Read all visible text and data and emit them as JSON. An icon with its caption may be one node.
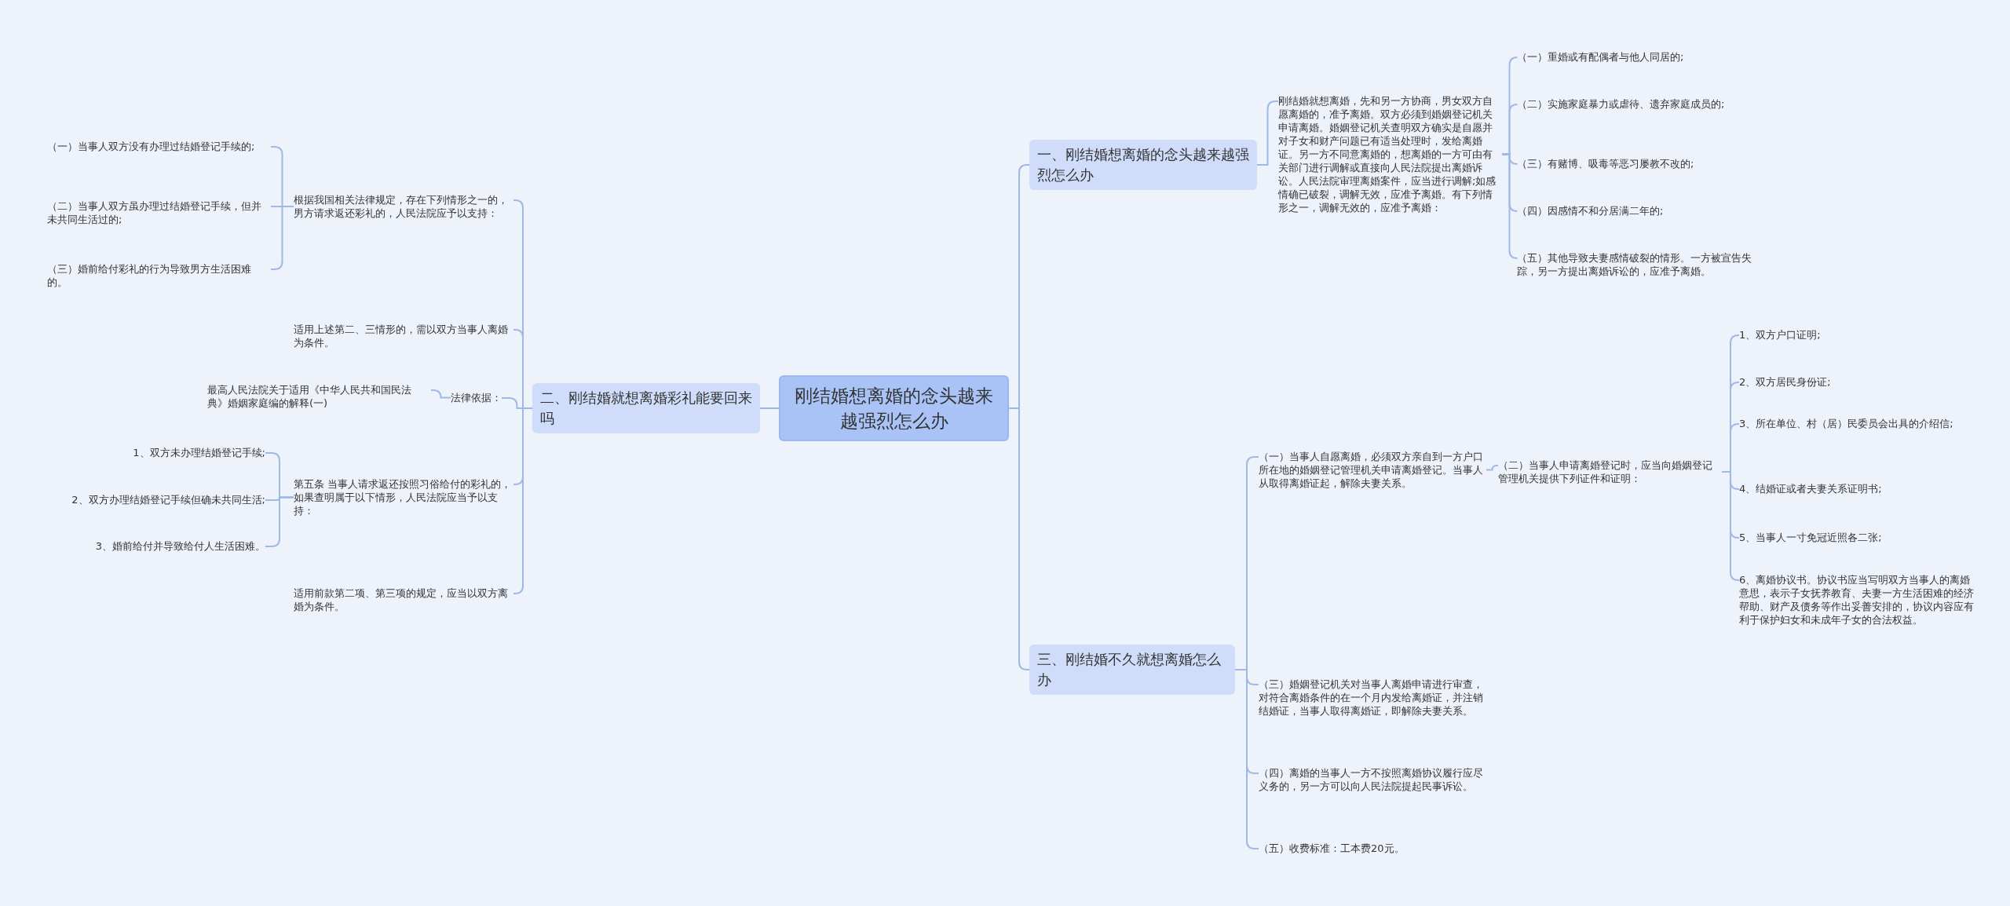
{
  "diagram": {
    "nodes": [
      {
        "text": [
          "刚结婚想离婚的念头越来越强烈怎么办"
        ]
      },
      {
        "text": [
          "一、刚结婚想离婚的念头越来越强烈怎么办"
        ]
      },
      {
        "text": [
          "刚结婚就想离婚，先和另一方协商，男女双方自愿离婚的，准予离婚。双方必须到婚姻登记机关申请离婚。婚姻登记机关查明双方确实是自愿并对子女和财产问题已有适当处理时，发给离婚证。另一方不同意离婚的，想离婚的一方可由有关部门进行调解或直接向人民法院提出离婚诉讼。人民法院审理离婚案件，应当进行调解;如感情确已破裂，调解无效，应准予离婚。有下列情形之一，调解无效的，应准予离婚："
        ]
      },
      {
        "text": [
          "（一）重婚或有配偶者与他人同居的;"
        ]
      },
      {
        "text": [
          "（二）实施家庭暴力或虐待、遗弃家庭成员的;"
        ]
      },
      {
        "text": [
          "（三）有赌博、吸毒等恶习屡教不改的;"
        ]
      },
      {
        "text": [
          "（四）因感情不和分居满二年的;"
        ]
      },
      {
        "text": [
          "（五）其他导致夫妻感情破裂的情形。一方被宣告失踪，另一方提出离婚诉讼的，应准予离婚。"
        ]
      },
      {
        "text": [
          "二、刚结婚就想离婚彩礼能要回来吗"
        ]
      },
      {
        "text": [
          "根据我国相关法律规定，存在下列情形之一的，男方请求返还彩礼的，人民法院应予以支持："
        ]
      },
      {
        "text": [
          "（一）当事人双方没有办理过结婚登记手续的;"
        ]
      },
      {
        "text": [
          "（二）当事人双方虽办理过结婚登记手续，但并未共同生活过的;"
        ]
      },
      {
        "text": [
          "（三）婚前给付彩礼的行为导致男方生活困难的。"
        ]
      },
      {
        "text": [
          "适用上述第二、三情形的，需以双方当事人离婚为条件。"
        ]
      },
      {
        "text": [
          "法律依据："
        ]
      },
      {
        "text": [
          "最高人民法院关于适用《中华人民共和国民法典》婚姻家庭编的解释(一)"
        ]
      },
      {
        "text": [
          "第五条 当事人请求返还按照习俗给付的彩礼的，如果查明属于以下情形，人民法院应当予以支持："
        ]
      },
      {
        "text": [
          "1、双方未办理结婚登记手续;"
        ]
      },
      {
        "text": [
          "2、双方办理结婚登记手续但确未共同生活;"
        ]
      },
      {
        "text": [
          "3、婚前给付并导致给付人生活困难。"
        ]
      },
      {
        "text": [
          "适用前款第二项、第三项的规定，应当以双方离婚为条件。"
        ]
      },
      {
        "text": [
          "三、刚结婚不久就想离婚怎么办"
        ]
      },
      {
        "text": [
          "（一）当事人自愿离婚，必须双方亲自到一方户口所在地的婚姻登记管理机关申请离婚登记。当事人从取得离婚证起，解除夫妻关系。"
        ]
      },
      {
        "text": [
          "（二）当事人申请离婚登记时，应当向婚姻登记管理机关提供下列证件和证明："
        ]
      },
      {
        "text": [
          "1、双方户口证明;"
        ]
      },
      {
        "text": [
          "2、双方居民身份证;"
        ]
      },
      {
        "text": [
          "3、所在单位、村（居）民委员会出具的介绍信;"
        ]
      },
      {
        "text": [
          "4、结婚证或者夫妻关系证明书;"
        ]
      },
      {
        "text": [
          "5、当事人一寸免冠近照各二张;"
        ]
      },
      {
        "text": [
          "6、离婚协议书。协议书应当写明双方当事人的离婚意思，表示子女抚养教育、夫妻一方生活困难的经济帮助、财产及债务等作出妥善安排的，协议内容应有利于保护妇女和未成年子女的合法权益。"
        ]
      },
      {
        "text": [
          "（三）婚姻登记机关对当事人离婚申请进行审查，对符合离婚条件的在一个月内发给离婚证，并注销结婚证，当事人取得离婚证，即解除夫妻关系。"
        ]
      },
      {
        "text": [
          "（四）离婚的当事人一方不按照离婚协议履行应尽义务的，另一方可以向人民法院提起民事诉讼。"
        ]
      },
      {
        "text": [
          "（五）收费标准：工本费20元。"
        ]
      }
    ],
    "edges": [
      {
        "from": 0,
        "to": 1,
        "arrow": "none"
      },
      {
        "from": 1,
        "to": 2,
        "arrow": "none"
      },
      {
        "from": 2,
        "to": 3,
        "arrow": "none"
      },
      {
        "from": 2,
        "to": 4,
        "arrow": "none"
      },
      {
        "from": 2,
        "to": 5,
        "arrow": "none"
      },
      {
        "from": 2,
        "to": 6,
        "arrow": "none"
      },
      {
        "from": 2,
        "to": 7,
        "arrow": "none"
      },
      {
        "from": 0,
        "to": 8,
        "arrow": "none"
      },
      {
        "from": 8,
        "to": 9,
        "arrow": "none"
      },
      {
        "from": 9,
        "to": 10,
        "arrow": "none"
      },
      {
        "from": 9,
        "to": 11,
        "arrow": "none"
      },
      {
        "from": 9,
        "to": 12,
        "arrow": "none"
      },
      {
        "from": 8,
        "to": 13,
        "arrow": "none"
      },
      {
        "from": 8,
        "to": 14,
        "arrow": "none"
      },
      {
        "from": 14,
        "to": 15,
        "arrow": "none"
      },
      {
        "from": 8,
        "to": 16,
        "arrow": "none"
      },
      {
        "from": 16,
        "to": 17,
        "arrow": "none"
      },
      {
        "from": 16,
        "to": 18,
        "arrow": "none"
      },
      {
        "from": 16,
        "to": 19,
        "arrow": "none"
      },
      {
        "from": 8,
        "to": 20,
        "arrow": "none"
      },
      {
        "from": 0,
        "to": 21,
        "arrow": "none"
      },
      {
        "from": 21,
        "to": 22,
        "arrow": "none"
      },
      {
        "from": 22,
        "to": 23,
        "arrow": "none"
      },
      {
        "from": 23,
        "to": 24,
        "arrow": "none"
      },
      {
        "from": 23,
        "to": 25,
        "arrow": "none"
      },
      {
        "from": 23,
        "to": 26,
        "arrow": "none"
      },
      {
        "from": 23,
        "to": 27,
        "arrow": "none"
      },
      {
        "from": 23,
        "to": 28,
        "arrow": "none"
      },
      {
        "from": 23,
        "to": 29,
        "arrow": "none"
      },
      {
        "from": 21,
        "to": 30,
        "arrow": "none"
      },
      {
        "from": 21,
        "to": 31,
        "arrow": "none"
      },
      {
        "from": 21,
        "to": 32,
        "arrow": "none"
      }
    ]
  }
}
